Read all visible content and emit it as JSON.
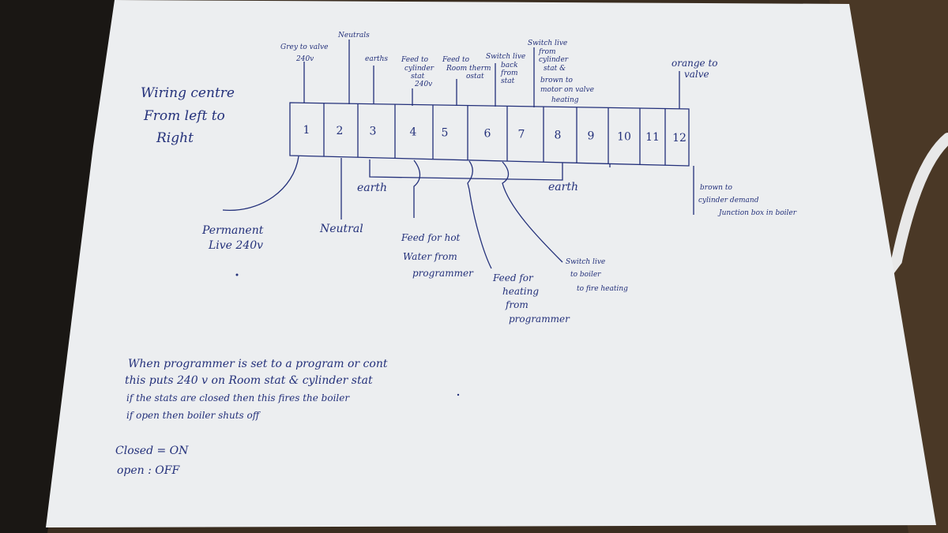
{
  "title": [
    "Wiring centre",
    "From left to",
    "Right"
  ],
  "terminals": [
    "1",
    "2",
    "3",
    "4",
    "5",
    "6",
    "7",
    "8",
    "9",
    "10",
    "11",
    "12"
  ],
  "top_labels": {
    "t1": [
      "Grey to valve",
      "240v"
    ],
    "t2": [
      "Neutrals"
    ],
    "t3": [
      "earths"
    ],
    "t4": [
      "Feed to",
      "cylinder",
      "stat",
      "240v"
    ],
    "t5": [
      "Feed to",
      "Room therm",
      "ostat"
    ],
    "t6": [
      "Switch live",
      "back",
      "from",
      "stat"
    ],
    "t7": [
      "Switch live",
      "from",
      "cylinder",
      "stat &",
      "brown to",
      "motor on valve",
      "heating"
    ],
    "t12": [
      "orange to",
      "valve"
    ]
  },
  "bottom_labels": {
    "earth_left": "earth",
    "earth_right": "earth",
    "permanent_live": [
      "Permanent",
      "Live 240v"
    ],
    "neutral": "Neutral",
    "hot_water": [
      "Feed for hot",
      "Water from",
      "programmer"
    ],
    "heating": [
      "Feed for",
      "heating",
      "from",
      "programmer"
    ],
    "switch_live": [
      "Switch live",
      "to boiler",
      "to fire heating"
    ],
    "brown": [
      "brown to",
      "cylinder demand",
      "Junction box in boiler"
    ]
  },
  "notes": [
    "When programmer is set to a program or cont",
    "this puts 240 v on Room stat & cylinder stat",
    "if the stats are closed then this fires the boiler",
    "if open then boiler shuts off"
  ],
  "legend": [
    "Closed = ON",
    "open : OFF"
  ]
}
